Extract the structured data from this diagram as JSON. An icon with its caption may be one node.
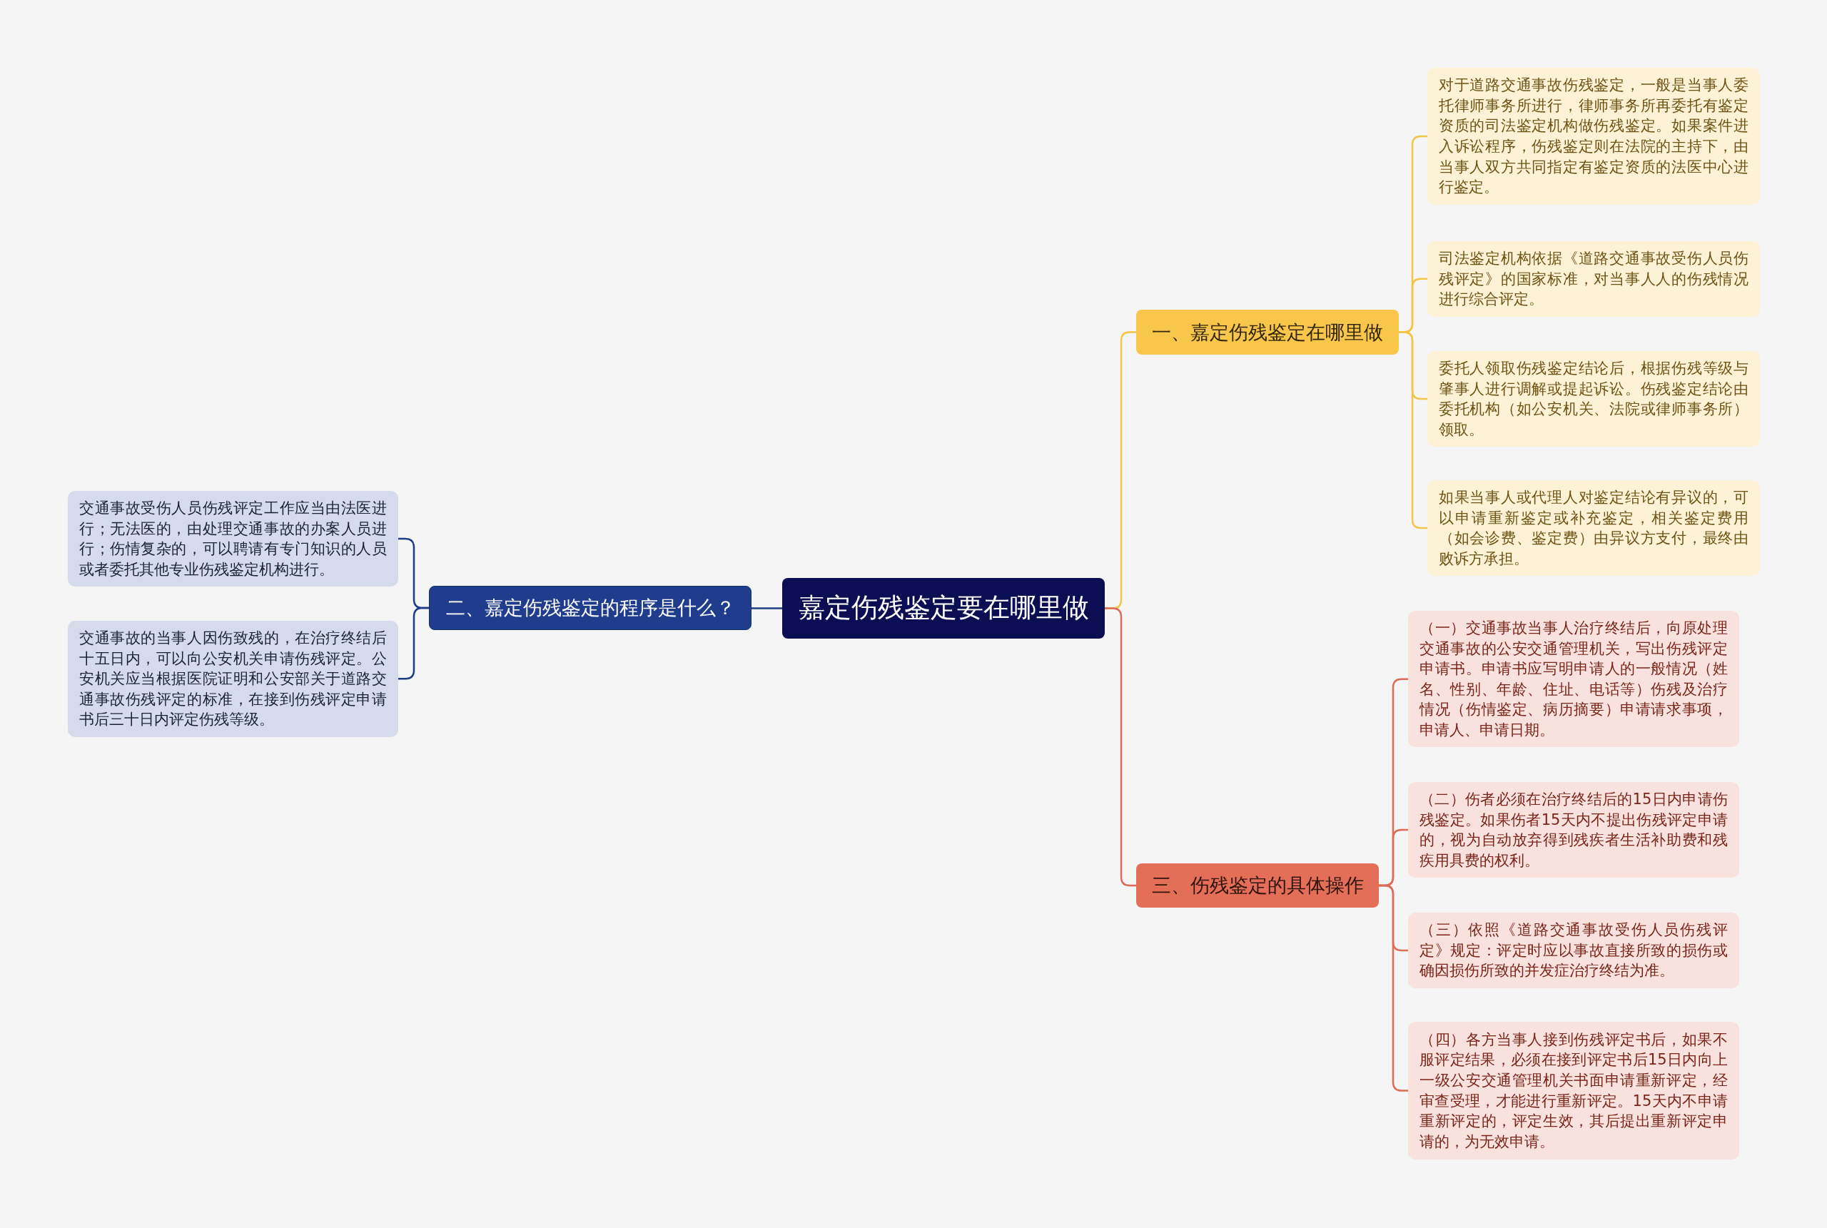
{
  "diagram": {
    "nodes": [
      {
        "text": [
          "嘉定伤残鉴定要在哪里做"
        ]
      },
      {
        "text": [
          "一、嘉定伤残鉴定在哪里做"
        ]
      },
      {
        "text": [
          "对于道路交通事故伤残鉴定，一般是当事人委托律师事务所进行，律师事务所再委托有鉴定资质的司法鉴定机构做伤残鉴定。如果案件进入诉讼程序，伤残鉴定则在法院的主持下，由当事人双方共同指定有鉴定资质的法医中心进行鉴定。"
        ]
      },
      {
        "text": [
          "司法鉴定机构依据《道路交通事故受伤人员伤残评定》的国家标准，对当事人人的伤残情况进行综合评定。"
        ]
      },
      {
        "text": [
          "委托人领取伤残鉴定结论后，根据伤残等级与肇事人进行调解或提起诉讼。伤残鉴定结论由委托机构（如公安机关、法院或律师事务所）领取。"
        ]
      },
      {
        "text": [
          "如果当事人或代理人对鉴定结论有异议的，可以申请重新鉴定或补充鉴定，相关鉴定费用（如会诊费、鉴定费）由异议方支付，最终由败诉方承担。"
        ]
      },
      {
        "text": [
          "二、嘉定伤残鉴定的程序是什么？"
        ]
      },
      {
        "text": [
          "交通事故受伤人员伤残评定工作应当由法医进行；无法医的，由处理交通事故的办案人员进行；伤情复杂的，可以聘请有专门知识的人员或者委托其他专业伤残鉴定机构进行。"
        ]
      },
      {
        "text": [
          "交通事故的当事人因伤致残的，在治疗终结后十五日内，可以向公安机关申请伤残评定。公安机关应当根据医院证明和公安部关于道路交通事故伤残评定的标准，在接到伤残评定申请书后三十日内评定伤残等级。"
        ]
      },
      {
        "text": [
          "三、伤残鉴定的具体操作"
        ]
      },
      {
        "text": [
          "（一）交通事故当事人治疗终结后，向原处理交通事故的公安交通管理机关，写出伤残评定申请书。申请书应写明申请人的一般情况（姓名、性别、年龄、住址、电话等）伤残及治疗情况（伤情鉴定、病历摘要）申请请求事项，申请人、申请日期。"
        ]
      },
      {
        "text": [
          "（二）伤者必须在治疗终结后的15日内申请伤残鉴定。如果伤者15天内不提出伤残评定申请的，视为自动放弃得到残疾者生活补助费和残疾用具费的权利。"
        ]
      },
      {
        "text": [
          "（三）依照《道路交通事故受伤人员伤残评定》规定：评定时应以事故直接所致的损伤或确因损伤所致的并发症治疗终结为准。"
        ]
      },
      {
        "text": [
          "（四）各方当事人接到伤残评定书后，如果不服评定结果，必须在接到评定书后15日内向上一级公安交通管理机关书面申请重新评定，经审查受理，才能进行重新评定。15天内不申请重新评定的，评定生效，其后提出重新评定申请的，为无效申请。"
        ]
      }
    ],
    "edges": [
      {
        "from": 0,
        "to": 1,
        "arrow": "none",
        "color": "#f4c444"
      },
      {
        "from": 1,
        "to": 2,
        "arrow": "none",
        "color": "#f4c444"
      },
      {
        "from": 1,
        "to": 3,
        "arrow": "none",
        "color": "#f4c444"
      },
      {
        "from": 1,
        "to": 4,
        "arrow": "none",
        "color": "#f4c444"
      },
      {
        "from": 1,
        "to": 5,
        "arrow": "none",
        "color": "#f4c444"
      },
      {
        "from": 0,
        "to": 6,
        "arrow": "none",
        "color": "#1f3a86"
      },
      {
        "from": 6,
        "to": 7,
        "arrow": "none",
        "color": "#1f3a86"
      },
      {
        "from": 6,
        "to": 8,
        "arrow": "none",
        "color": "#1f3a86"
      },
      {
        "from": 0,
        "to": 9,
        "arrow": "none",
        "color": "#dc6c55"
      },
      {
        "from": 9,
        "to": 10,
        "arrow": "none",
        "color": "#dc6c55"
      },
      {
        "from": 9,
        "to": 11,
        "arrow": "none",
        "color": "#dc6c55"
      },
      {
        "from": 9,
        "to": 12,
        "arrow": "none",
        "color": "#dc6c55"
      },
      {
        "from": 9,
        "to": 13,
        "arrow": "none",
        "color": "#dc6c55"
      }
    ]
  }
}
